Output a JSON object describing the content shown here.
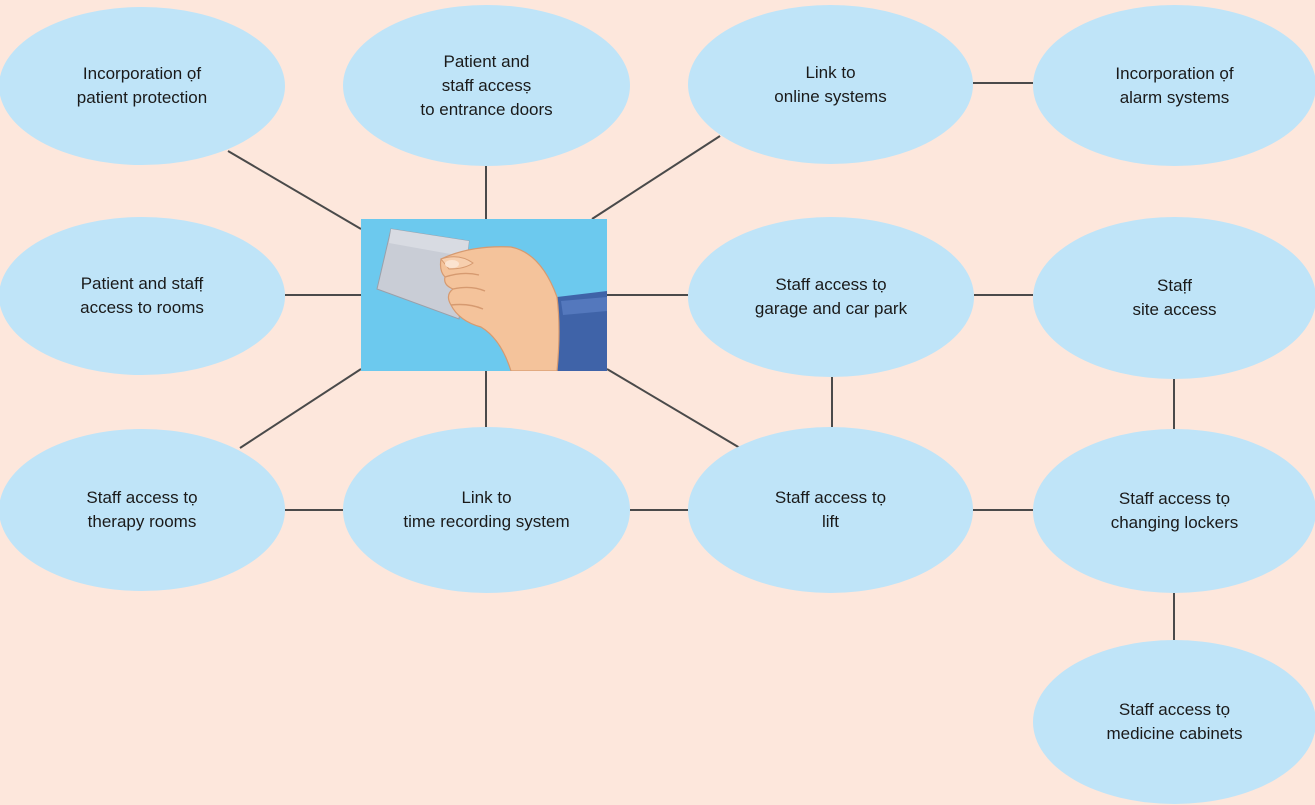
{
  "diagram": {
    "center_image": "hand-holding-access-card",
    "colors": {
      "background": "#fde7dc",
      "node_fill": "#bfe4f8",
      "connector": "#4a4a4a",
      "photo_background": "#6cc9ee"
    },
    "nodes": {
      "patient_protection": "Incorporation ọf\npatient protection",
      "entrance_doors": "Patient and\nstaff accesṣ\nto entrance doors",
      "online_systems": "Link to\nonline systems",
      "alarm_systems": "Incorporation ọf\nalarm systems",
      "rooms": "Patient and staff̣\naccess to rooms",
      "garage_car_park": "Staff access tọ\ngarage and car park",
      "site_access": "Staf̣f\nsite access",
      "therapy_rooms": "Staff access tọ\ntherapy rooms",
      "time_recording": "Link to\ntime recording system",
      "lift": "Staff access tọ\nlift",
      "changing_lockers": "Staff access tọ\nchanging lockers",
      "medicine_cabinets": "Staff access tọ\nmedicine cabinets"
    }
  }
}
